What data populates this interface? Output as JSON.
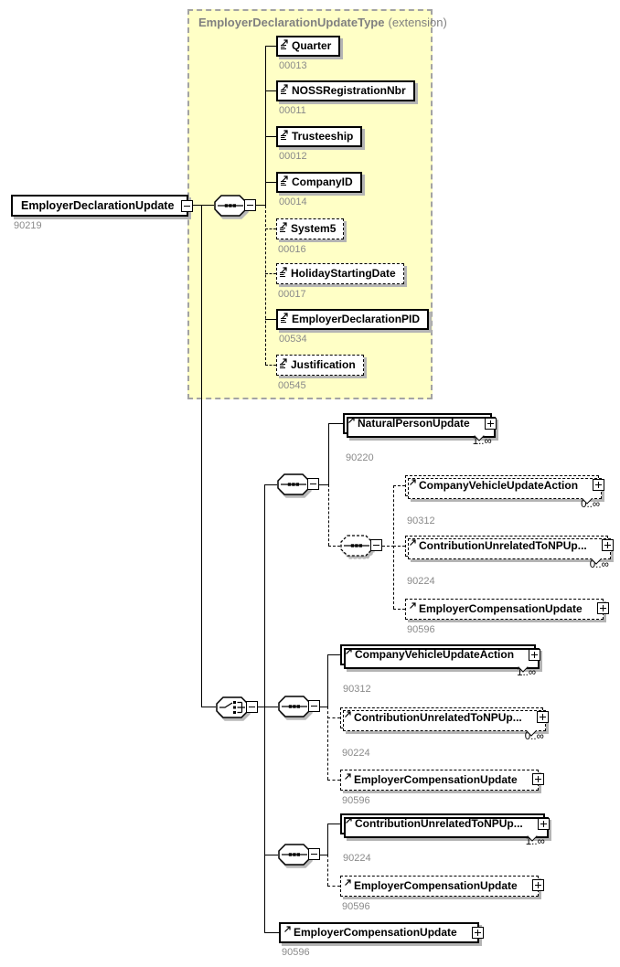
{
  "root": {
    "label": "EmployerDeclarationUpdate",
    "number": "90219"
  },
  "group": {
    "title": "EmployerDeclarationUpdateType",
    "suffix": "(extension)",
    "elements": [
      {
        "label": "Quarter",
        "number": "00013",
        "optional": false
      },
      {
        "label": "NOSSRegistrationNbr",
        "number": "00011",
        "optional": false
      },
      {
        "label": "Trusteeship",
        "number": "00012",
        "optional": false
      },
      {
        "label": "CompanyID",
        "number": "00014",
        "optional": false
      },
      {
        "label": "System5",
        "number": "00016",
        "optional": true
      },
      {
        "label": "HolidayStartingDate",
        "number": "00017",
        "optional": true
      },
      {
        "label": "EmployerDeclarationPID",
        "number": "00534",
        "optional": false
      },
      {
        "label": "Justification",
        "number": "00545",
        "optional": true
      }
    ]
  },
  "b1": {
    "npu": {
      "label": "NaturalPersonUpdate",
      "number": "90220",
      "occurs": "1..∞"
    },
    "nested": {
      "cv": {
        "label": "CompanyVehicleUpdateAction",
        "number": "90312",
        "occurs": "0..∞"
      },
      "contrib": {
        "label": "ContributionUnrelatedToNPUp...",
        "number": "90224",
        "occurs": "0..∞"
      },
      "ec": {
        "label": "EmployerCompensationUpdate",
        "number": "90596"
      }
    }
  },
  "b2": {
    "cv": {
      "label": "CompanyVehicleUpdateAction",
      "number": "90312",
      "occurs": "1..∞"
    },
    "contrib": {
      "label": "ContributionUnrelatedToNPUp...",
      "number": "90224",
      "occurs": "0..∞"
    },
    "ec": {
      "label": "EmployerCompensationUpdate",
      "number": "90596"
    }
  },
  "b3": {
    "contrib": {
      "label": "ContributionUnrelatedToNPUp...",
      "number": "90224",
      "occurs": "1..∞"
    },
    "ec": {
      "label": "EmployerCompensationUpdate",
      "number": "90596"
    }
  },
  "b4": {
    "ec": {
      "label": "EmployerCompensationUpdate",
      "number": "90596"
    }
  },
  "icons": {
    "sequence": "octagon-with-dots",
    "choice": "octagon-with-switch",
    "collapse": "minus-box",
    "expand": "plus-box",
    "element_reference": "arrow-up-right",
    "text_content": "three-lines"
  },
  "colors": {
    "group_fill": "#ffffc6",
    "group_border": "#a3a3a3",
    "shadow": "#b4b4b4",
    "number_text": "#8a8a8a",
    "line": "#000000"
  }
}
